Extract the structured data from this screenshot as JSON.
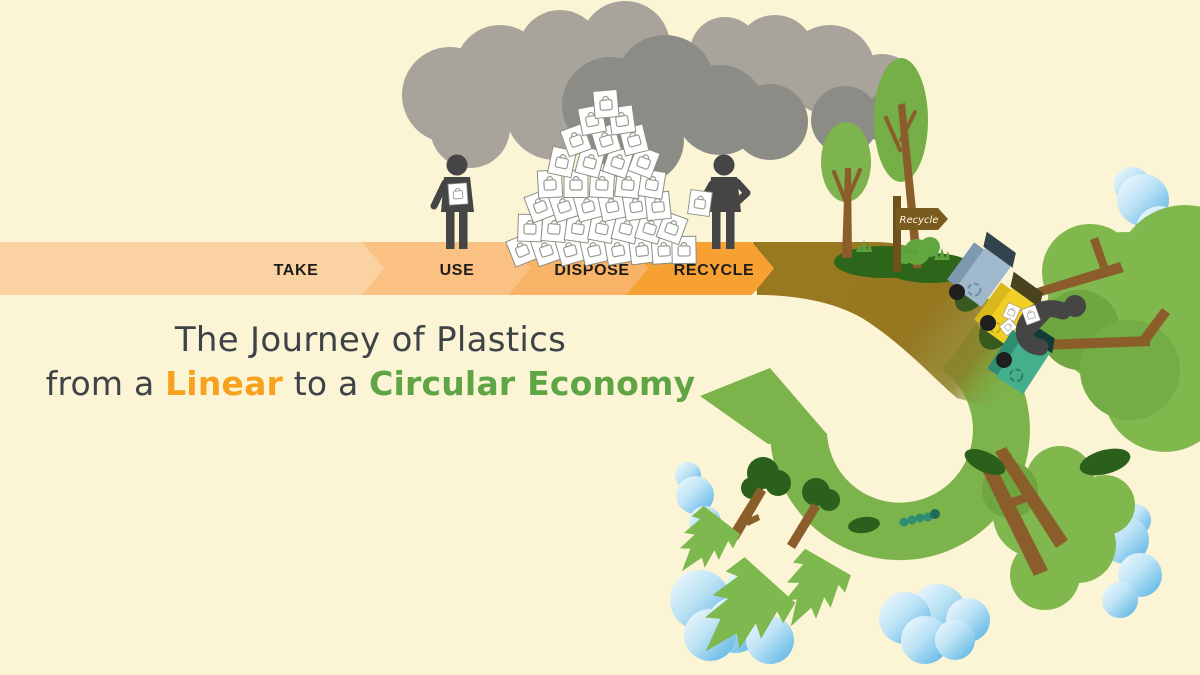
{
  "scene": {
    "background": "#FBF4D5",
    "description": "Infographic of plastics journey from linear take-use-dispose flow into a circular recycling loop"
  },
  "title": {
    "line1": "The Journey of Plastics",
    "line2_part1": "from a ",
    "line2_highlight1": "Linear",
    "line2_part2": " to a ",
    "line2_highlight2": "Circular Economy",
    "colors": {
      "base": "#3E4347",
      "linear": "#F6A21E",
      "circular": "#5FA546"
    }
  },
  "linear_flow": {
    "stages": [
      {
        "label": "TAKE",
        "color": "#FBD2A2"
      },
      {
        "label": "USE",
        "color": "#FAC183"
      },
      {
        "label": "DISPOSE",
        "color": "#F9B366"
      },
      {
        "label": "RECYCLE",
        "color": "#F7A133"
      }
    ],
    "label_color": "#1D1C1A",
    "edge_sliver_color": "#FBB668"
  },
  "signpost": {
    "label": "Recycle",
    "board_color": "#7A5B1E",
    "post_color": "#6E511B",
    "text_color": "#FFF8E8"
  },
  "illustration": {
    "curve_brown": "#97781F",
    "ring_green": "#7CB44B",
    "pine_green": "#7EB950",
    "tree_green": "#80B84E",
    "tree_green_dark": "#6FA63F",
    "foliage_oval": "#7DB44D",
    "dark_tree_green": "#2B601C",
    "mound_green": "#2D651B",
    "grass_green": "#5CA23C",
    "trunk_brown": "#8A5D2A",
    "cloud_gray_light": "#A9A49B",
    "cloud_gray_dark": "#8C8C87",
    "cloud_blue_deep": "#51AFE3",
    "cloud_blue_light": "#F4FBFE",
    "person_gray": "#454545",
    "bin_blue": "#9FB8CB",
    "bin_blue_side": "#7C99B0",
    "bin_yellow": "#F2CF25",
    "bin_yellow_side": "#D9B81C",
    "bin_teal": "#45AE8C",
    "bin_teal_side": "#2F8E72",
    "bag_white": "#FFFFFF",
    "caterpillar_teal": "#2F8E72"
  }
}
